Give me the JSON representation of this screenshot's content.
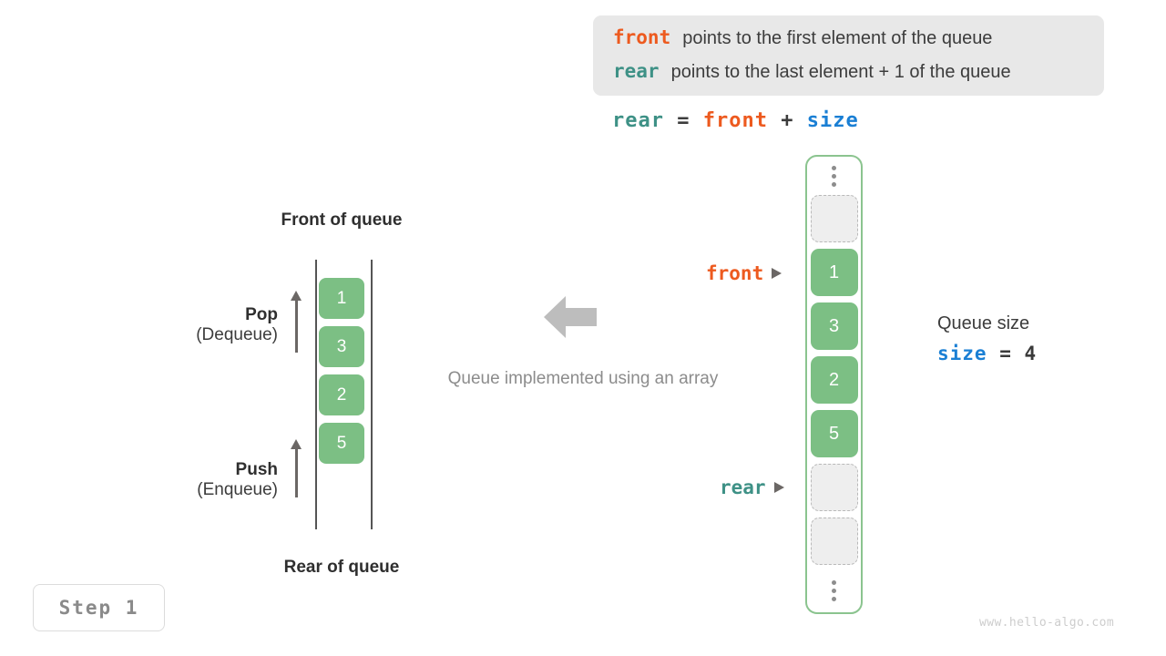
{
  "legend": {
    "lines": [
      {
        "keyword": "front",
        "color": "#ed5a1f",
        "text": "points to the first element of the queue"
      },
      {
        "keyword": "rear",
        "color": "#3e9186",
        "text": "points to the last element + 1 of the queue"
      }
    ]
  },
  "formula": {
    "lhs": "rear",
    "equals": "=",
    "rhs1": "front",
    "plus": "+",
    "rhs2": "size"
  },
  "left_diagram": {
    "top_label": "Front of queue",
    "bottom_label": "Rear of queue",
    "cells": [
      "1",
      "3",
      "2",
      "5"
    ],
    "pop": {
      "name": "Pop",
      "sub": "(Dequeue)"
    },
    "push": {
      "name": "Push",
      "sub": "(Enqueue)"
    }
  },
  "center": {
    "caption": "Queue implemented using an array",
    "arrow_direction": "left"
  },
  "array_view": {
    "top_ellipsis": "⋮",
    "bottom_ellipsis": "⋮",
    "slots": [
      {
        "value": "",
        "state": "empty"
      },
      {
        "value": "1",
        "state": "filled"
      },
      {
        "value": "3",
        "state": "filled"
      },
      {
        "value": "2",
        "state": "filled"
      },
      {
        "value": "5",
        "state": "filled"
      },
      {
        "value": "",
        "state": "empty"
      },
      {
        "value": "",
        "state": "empty"
      }
    ],
    "pointers": {
      "front": "front",
      "rear": "rear"
    }
  },
  "size_info": {
    "title": "Queue size",
    "var": "size",
    "equals": "=",
    "value": "4"
  },
  "step_badge": "Step 1",
  "watermark": "www.hello-algo.com",
  "colors": {
    "front": "#ed5a1f",
    "rear": "#3e9186",
    "size": "#1a7fd4",
    "cell_green": "#7cbf84",
    "container_border": "#8bc48f",
    "legend_bg": "#e8e8e8",
    "muted": "#8c8c8c"
  }
}
